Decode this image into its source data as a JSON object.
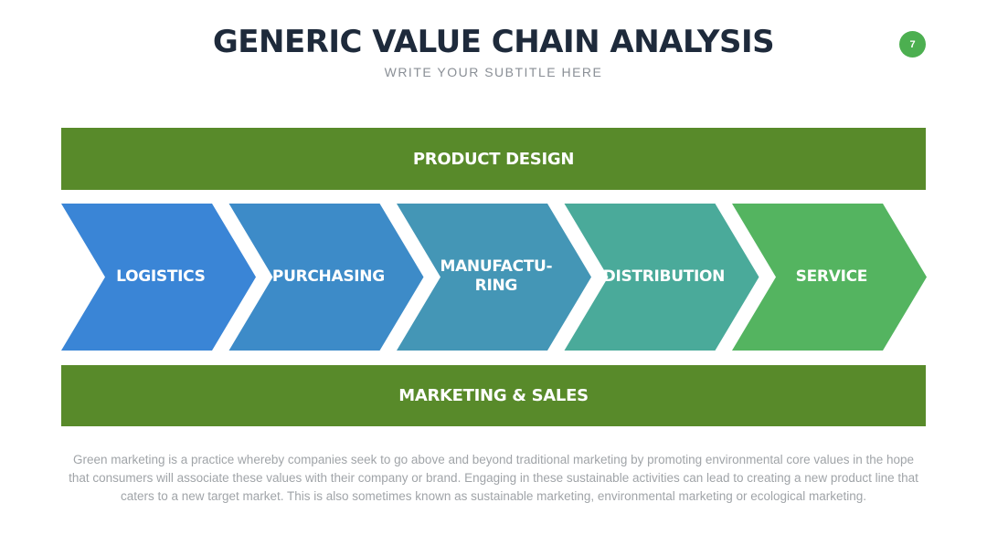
{
  "header": {
    "title": "GENERIC VALUE CHAIN ANALYSIS",
    "subtitle": "WRITE YOUR SUBTITLE HERE",
    "page_number": "7"
  },
  "bands": {
    "top_label": "PRODUCT DESIGN",
    "bottom_label": "MARKETING & SALES",
    "color": "#588a2a"
  },
  "chain": [
    {
      "label": "LOGISTICS",
      "color": "#3a85d6"
    },
    {
      "label": "PURCHASING",
      "color": "#3d8bc8"
    },
    {
      "label": "MANUFACTU-\nRING",
      "color": "#4496b6"
    },
    {
      "label": "DISTRIBUTION",
      "color": "#4aaa9a"
    },
    {
      "label": "SERVICE",
      "color": "#54b460"
    }
  ],
  "description": "Green marketing is a practice whereby companies seek to go above and beyond traditional marketing by promoting environmental core values in the hope that consumers will associate these values with their company or brand. Engaging in these sustainable activities can lead to creating a new product line that caters to a new target market. This is also sometimes known as sustainable marketing, environmental marketing or ecological marketing."
}
